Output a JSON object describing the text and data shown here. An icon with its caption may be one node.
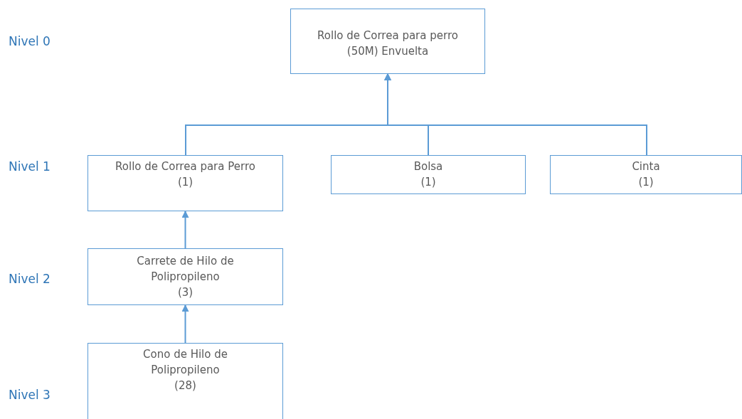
{
  "diagram": {
    "nodes": [
      {
        "text": [
          "Rollo de Correa para perro (50M) Envuelta"
        ]
      },
      {
        "text": [
          "Rollo de Correa para Perro",
          "(1)"
        ]
      },
      {
        "text": [
          "Bolsa",
          "(1)"
        ]
      },
      {
        "text": [
          "Cinta",
          "(1)"
        ]
      },
      {
        "text": [
          "Carrete de Hilo de Polipropileno",
          "(3)"
        ]
      },
      {
        "text": [
          "Cono de Hilo de Polipropileno",
          "(28)"
        ]
      }
    ],
    "edges": [
      {
        "from": 1,
        "to": 0,
        "arrow": "to"
      },
      {
        "from": 2,
        "to": 0,
        "arrow": "to"
      },
      {
        "from": 3,
        "to": 0,
        "arrow": "to"
      },
      {
        "from": 4,
        "to": 1,
        "arrow": "to"
      },
      {
        "from": 5,
        "to": 4,
        "arrow": "to"
      }
    ],
    "labels": [
      "Nivel 0",
      "Nivel 1",
      "Nivel 2",
      "Nivel 3"
    ]
  }
}
